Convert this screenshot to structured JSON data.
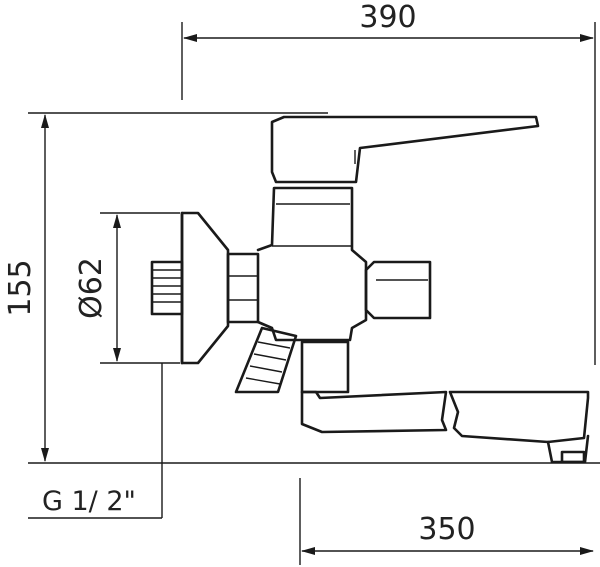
{
  "dimensions": {
    "overall_width": "390",
    "spout_reach": "350",
    "overall_height": "155",
    "flange_diameter": "Ø62",
    "thread_size": "G 1/ 2\""
  },
  "colors": {
    "line": "#1a1a1a",
    "background": "#ffffff"
  }
}
